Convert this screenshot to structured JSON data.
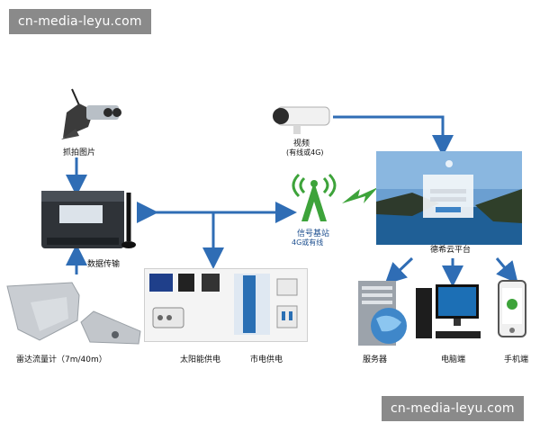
{
  "watermark_top": "cn-media-leyu.com",
  "watermark_bottom": "cn-media-leyu.com",
  "labels": {
    "capture_camera": "抓拍图片",
    "data_transmission": "数据传输",
    "radar_flowmeter": "雷达流量计（7m/40m）",
    "video": "视频",
    "video_sub": "(有线或4G)",
    "signal_station": "信号基站",
    "signal_sub": "4G或有线",
    "cloud_platform": "德希云平台",
    "solar_power": "太阳能供电",
    "mains_power": "市电供电",
    "server": "服务器",
    "computer": "电脑端",
    "mobile": "手机端"
  },
  "colors": {
    "arrow": "#2f6db5",
    "signal_green": "#3da33a",
    "watermark_bg": "#8a8a8a"
  }
}
